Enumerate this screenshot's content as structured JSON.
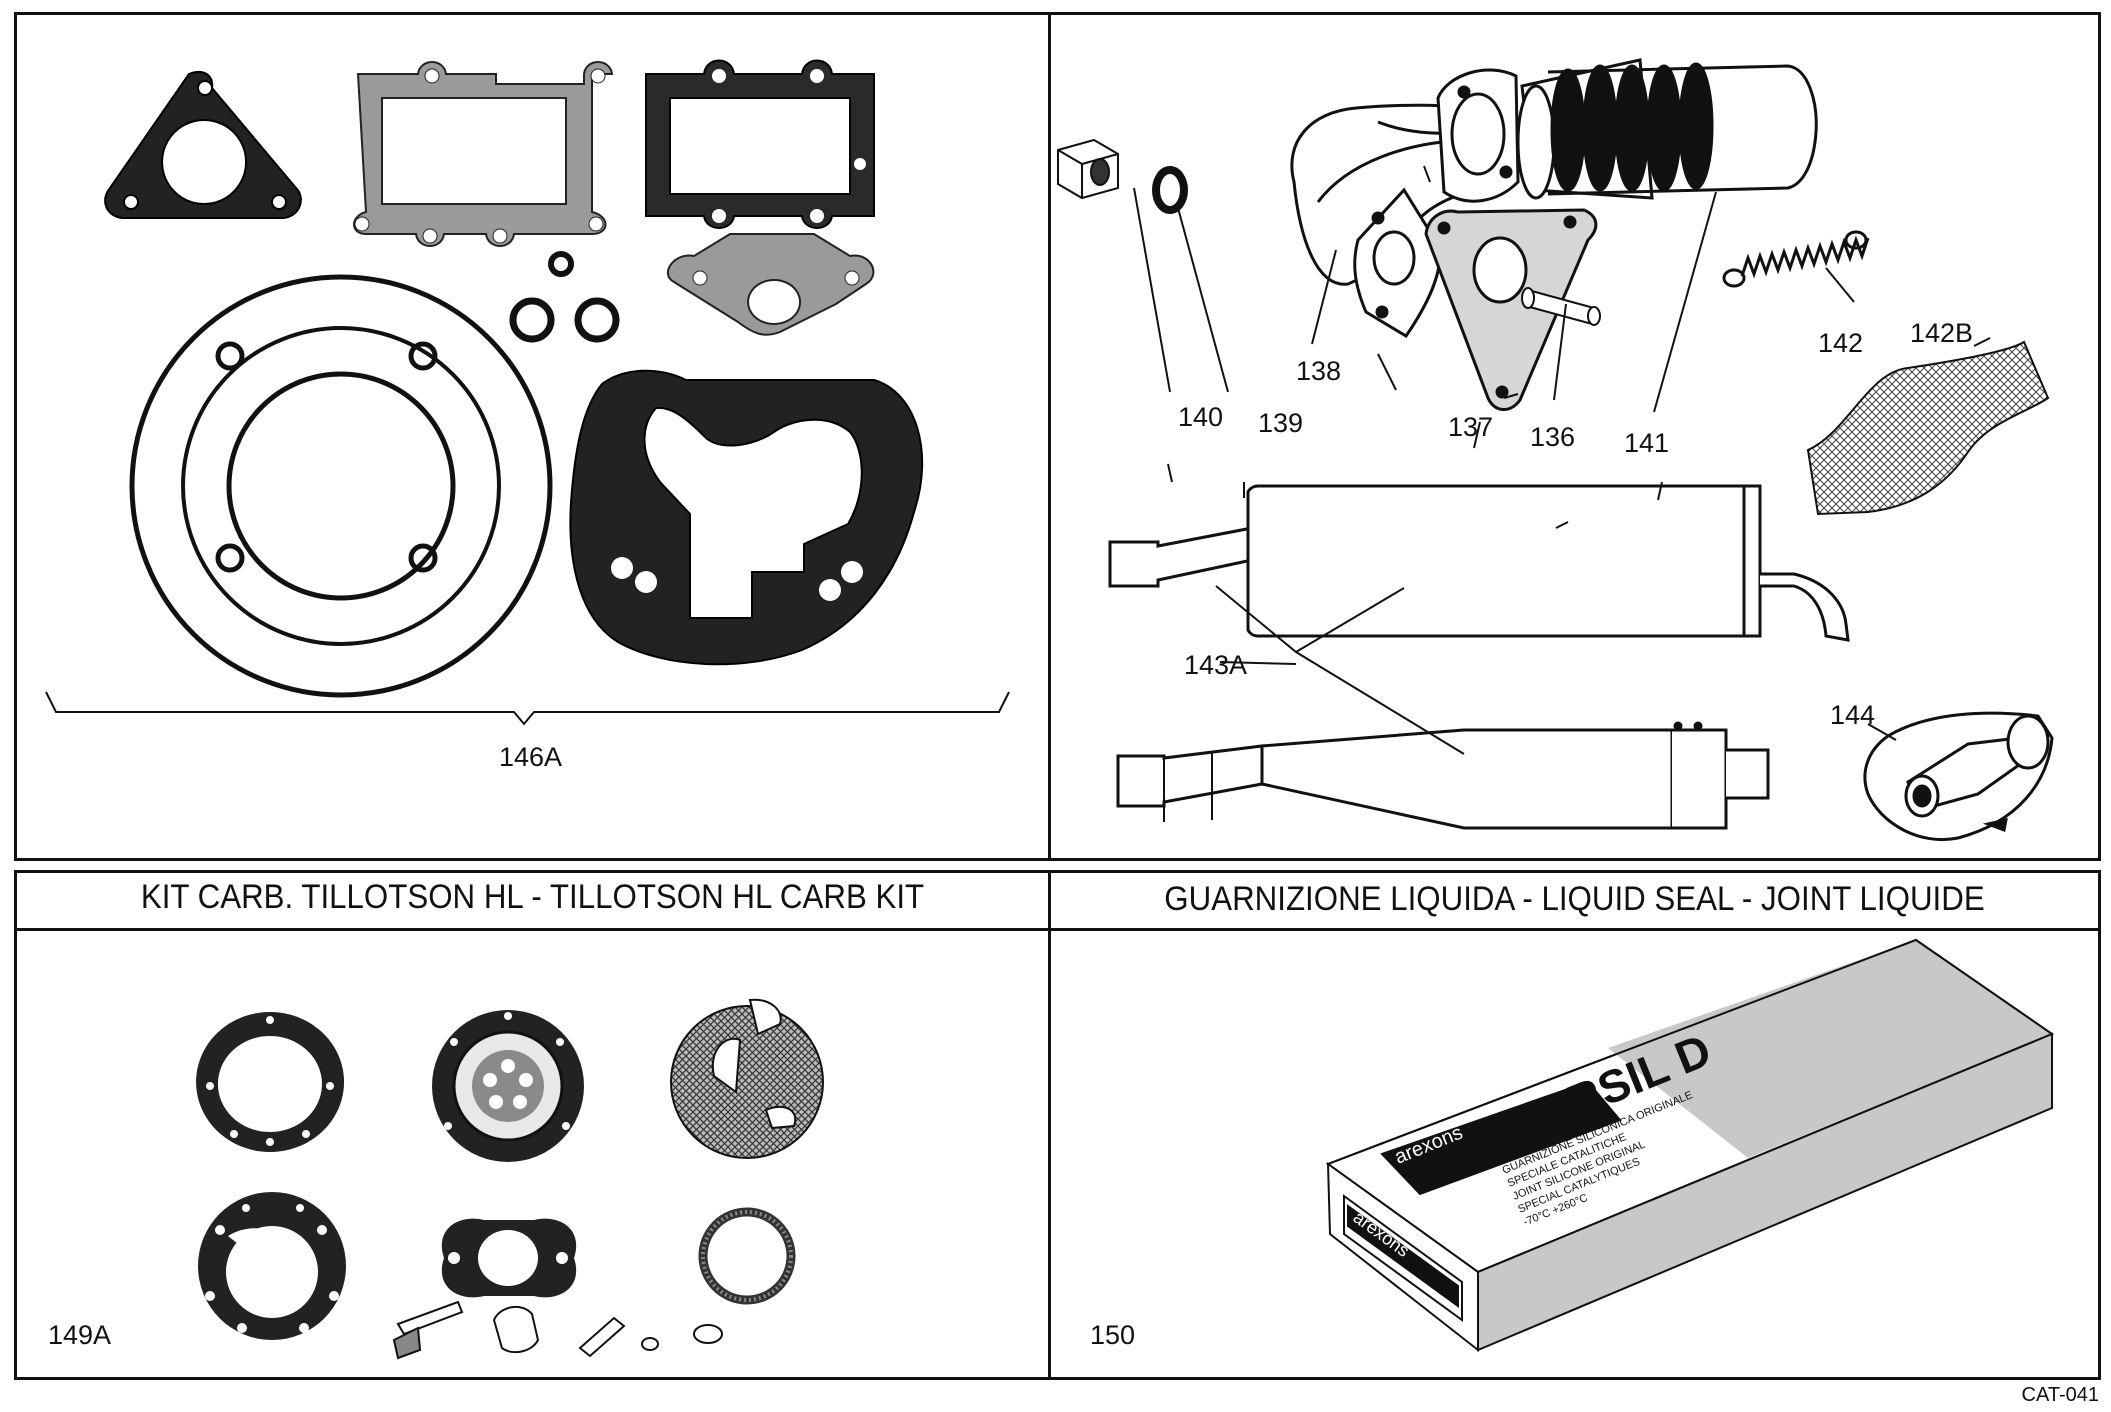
{
  "panels": {
    "top_left": {
      "part_label": "146A"
    },
    "top_right": {
      "callouts": [
        "140",
        "139",
        "138",
        "137",
        "136",
        "141",
        "142",
        "142B",
        "143A",
        "144"
      ]
    },
    "bottom_left": {
      "title": "KIT CARB. TILLOTSON HL - TILLOTSON HL  CARB KIT",
      "part_label": "149A"
    },
    "bottom_right": {
      "title": "GUARNIZIONE LIQUIDA - LIQUID SEAL - JOINT LIQUIDE",
      "part_label": "150",
      "product_box": {
        "brand_name": "MOTORSIL D",
        "maker": "arexons",
        "description_lines": [
          "GUARNIZIONE SILICONICA ORIGINALE",
          "SPECIALE CATALITICHE",
          "JOINT SILICONE ORIGINAL",
          "SPECIAL CATALYTIQUES",
          "-70°C +260°C"
        ]
      }
    }
  },
  "page_code": "CAT-041"
}
